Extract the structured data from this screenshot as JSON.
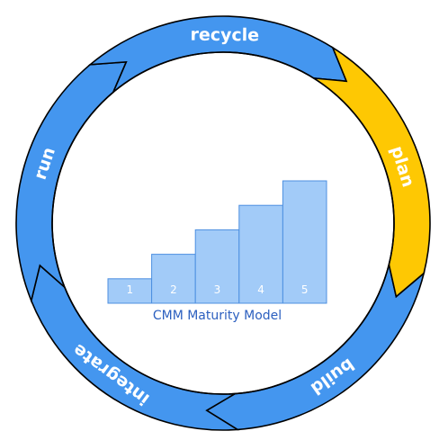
{
  "colors": {
    "segment": "#4496ef",
    "highlight": "#fec803",
    "bar_fill": "#a2cbf8",
    "bar_stroke": "#4d8fe0",
    "caption": "#2b5fbf",
    "ring_outline": "#000000"
  },
  "cycle": {
    "highlighted": "plan",
    "stages": [
      "plan",
      "build",
      "integrate",
      "run",
      "recycle"
    ]
  },
  "maturity_chart": {
    "caption": "CMM Maturity Model",
    "levels": [
      "1",
      "2",
      "3",
      "4",
      "5"
    ]
  }
}
